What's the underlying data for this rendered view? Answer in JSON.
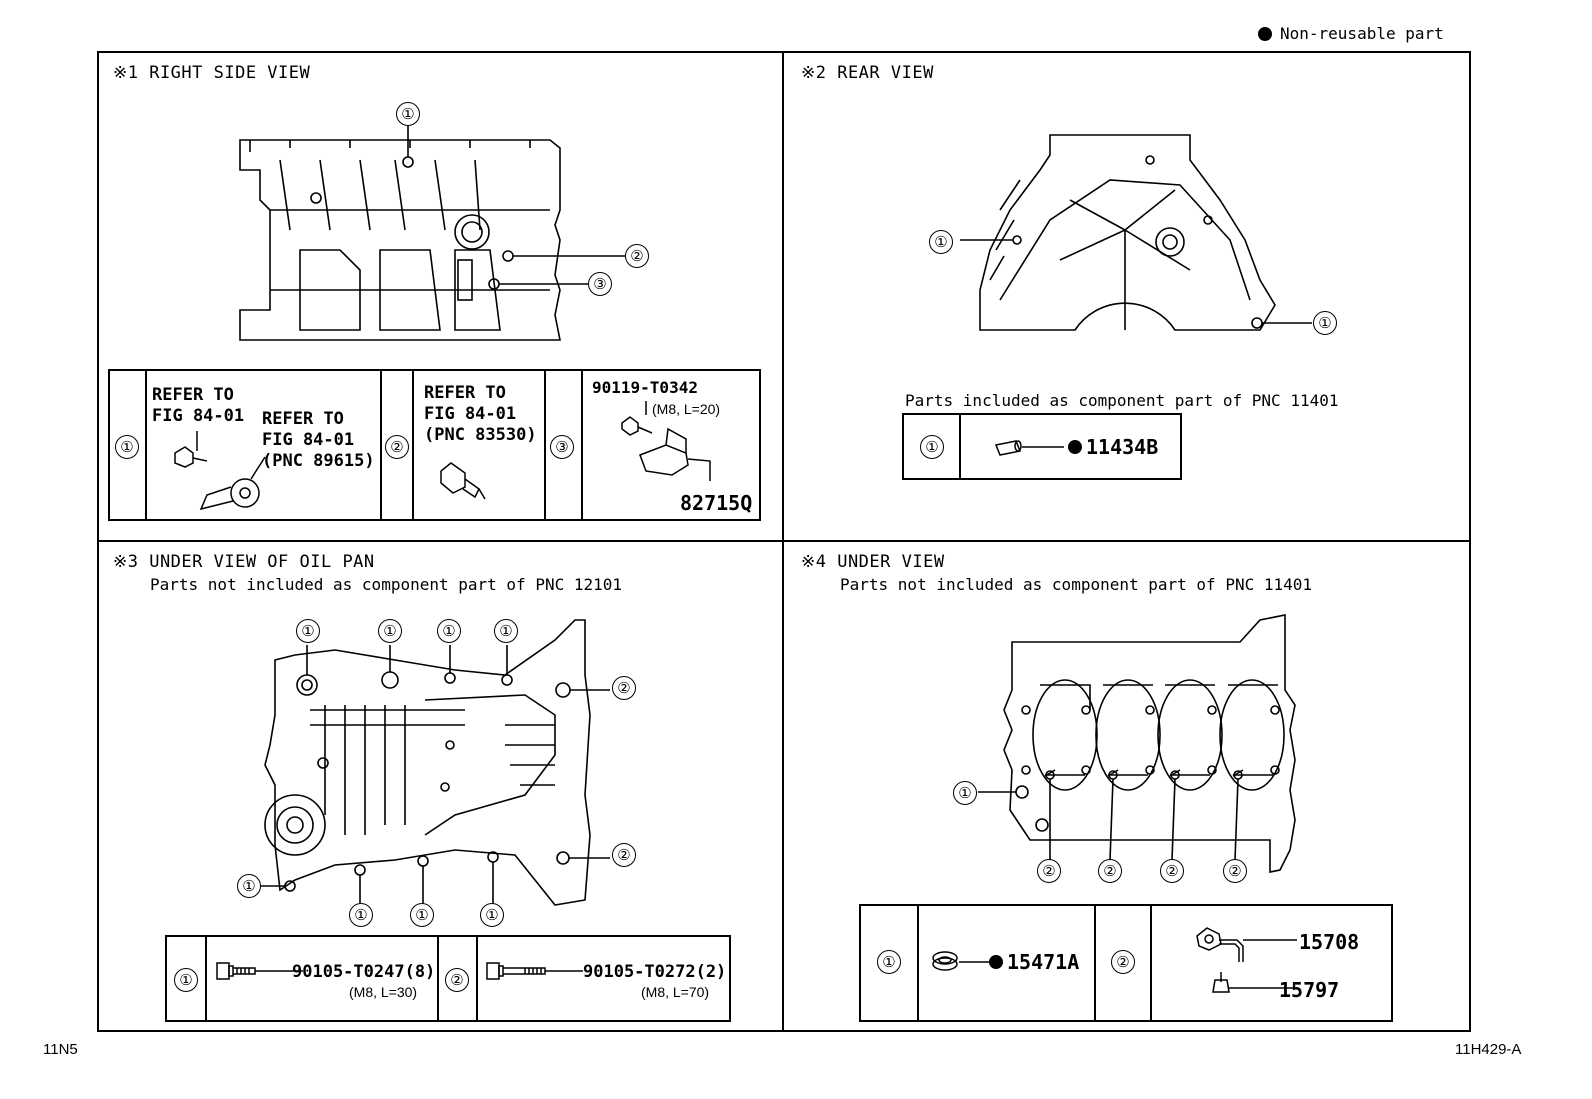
{
  "legend": {
    "text": "Non-reusable part"
  },
  "footer": {
    "left": "11N5",
    "right": "11H429-A"
  },
  "panels": {
    "p1": {
      "title": "※1 RIGHT SIDE VIEW",
      "table": {
        "c1": {
          "num": "①",
          "ref1a": "REFER TO",
          "ref1b": "FIG 84-01",
          "ref2a": "REFER TO",
          "ref2b": "FIG 84-01",
          "ref2c": "(PNC 89615)"
        },
        "c2": {
          "num": "②",
          "ref_a": "REFER TO",
          "ref_b": "FIG 84-01",
          "ref_c": "(PNC 83530)"
        },
        "c3": {
          "num": "③",
          "part": "90119-T0342",
          "spec": "(M8, L=20)",
          "bracket": "82715Q"
        }
      },
      "callouts": [
        "①",
        "②",
        "③"
      ]
    },
    "p2": {
      "title": "※2 REAR VIEW",
      "note": "Parts included as component part of PNC 11401",
      "table": {
        "num": "①",
        "part": "11434B"
      },
      "callouts": [
        "①",
        "①"
      ]
    },
    "p3": {
      "title": "※3 UNDER VIEW OF OIL PAN",
      "note": "Parts not included as component part of PNC 12101",
      "table": {
        "c1": {
          "num": "①",
          "part": "90105-T0247(8)",
          "spec": "(M8, L=30)"
        },
        "c2": {
          "num": "②",
          "part": "90105-T0272(2)",
          "spec": "(M8, L=70)"
        }
      },
      "callouts": [
        "①",
        "①",
        "①",
        "①",
        "①",
        "①",
        "①",
        "①",
        "②",
        "②"
      ]
    },
    "p4": {
      "title": "※4 UNDER VIEW",
      "note": "Parts not included as component part of PNC 11401",
      "table": {
        "c1": {
          "num": "①",
          "part": "15471A"
        },
        "c2": {
          "num": "②",
          "part_a": "15708",
          "part_b": "15797"
        }
      },
      "callouts": [
        "①",
        "②",
        "②",
        "②",
        "②"
      ]
    }
  }
}
